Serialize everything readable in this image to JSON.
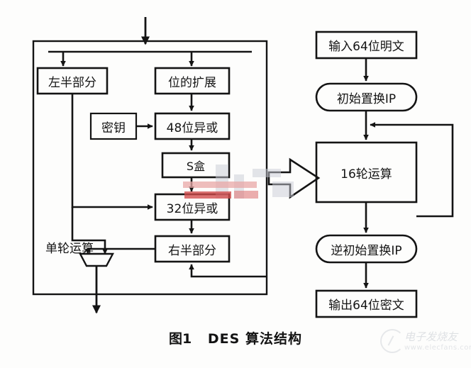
{
  "figure": {
    "caption_number": "图1",
    "caption_text": "DES 算法结构",
    "title": "DES 算法结构"
  },
  "left_panel": {
    "group_label": "单轮运算",
    "boxes": {
      "left_half": "左半部分",
      "bit_expansion": "位的扩展",
      "key": "密钥",
      "xor48": "48位异或",
      "sbox": "S盒",
      "xor32": "32位异或",
      "right_half": "右半部分"
    }
  },
  "right_panel": {
    "boxes": {
      "input_plaintext": "输入64位明文",
      "initial_permutation": "初始置换IP",
      "sixteen_rounds": "16轮运算",
      "inverse_permutation": "逆初始置换IP",
      "output_ciphertext": "输出64位密文"
    }
  },
  "connector": {
    "big_arrow_name": "block-arrow-right"
  },
  "watermarks": {
    "site_name": "电子发烧友",
    "site_url": "www.elecfans.com"
  },
  "colors": {
    "ink": "#141414",
    "background": "#fdfdfc",
    "watermark_red": "#d24a4a",
    "watermark_grey": "#c9ccd6"
  }
}
